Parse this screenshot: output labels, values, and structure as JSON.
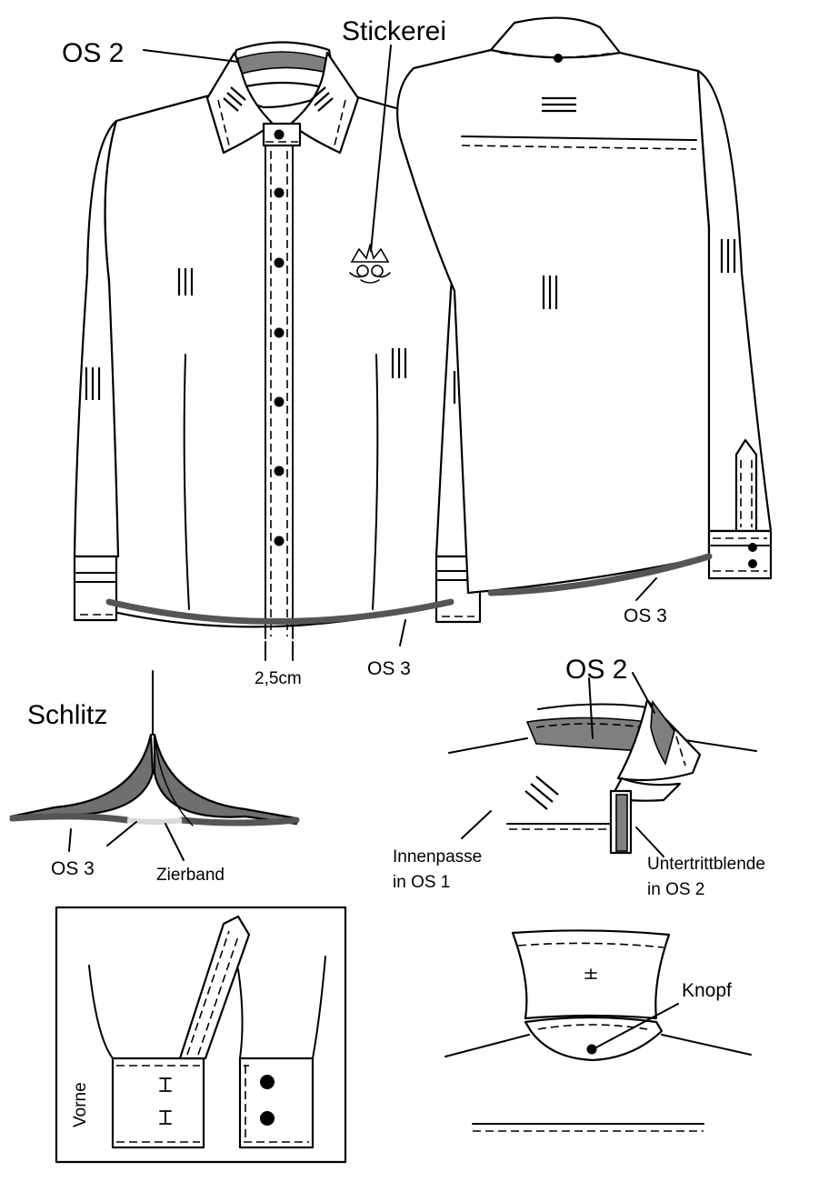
{
  "labels": {
    "os2_front": "OS 2",
    "stickerei": "Stickerei",
    "measure": "2,5cm",
    "os3_front": "OS 3",
    "os3_back": "OS 3",
    "schlitz": "Schlitz",
    "os3_slit": "OS 3",
    "zierband": "Zierband",
    "os2_collar": "OS 2",
    "innenpasse_line1": "Innenpasse",
    "innenpasse_line2": "in OS 1",
    "untertritt_line1": "Untertrittblende",
    "untertritt_line2": "in OS 2",
    "knopf": "Knopf",
    "vorne": "Vorne"
  },
  "colors": {
    "line": "#000000",
    "contrast_fabric": "#7f7f7f",
    "hem_band": "#555555",
    "light_tape": "#d9d9d9",
    "background": "#ffffff"
  },
  "icons": [
    "embroidery-crown-icon",
    "button-icon"
  ]
}
